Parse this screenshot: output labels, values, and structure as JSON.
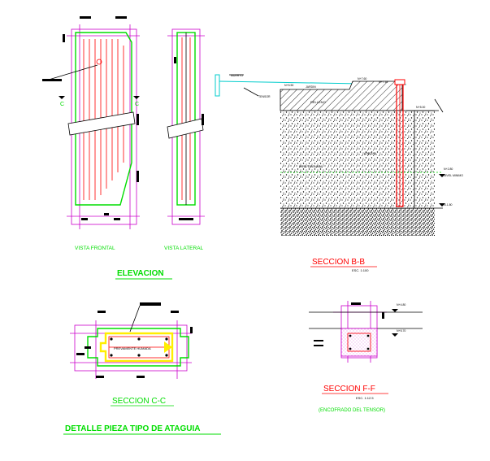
{
  "drawing": {
    "elevation": {
      "label_front": "VISTA FRONTAL",
      "label_side": "VISTA LATERAL",
      "title": "ELEVACION",
      "cut_mark_left": "C",
      "cut_mark_right": "C"
    },
    "section_bb": {
      "title": "SECCION B-B",
      "scale": "ESC. 1:100",
      "labels": {
        "muerto": "MUERTO",
        "tensor": "TENSOR",
        "level_left": "N+5.50",
        "jardin": "JARDIN",
        "level_top": "N+7.60",
        "level_top_right": "N+7.10",
        "relleno": "RELLENO",
        "level_right": "N+5.00",
        "ataguia": "ATAGUIA",
        "nivel_agua": "NIVEL DEL AGUA",
        "level_water": "N+2.80",
        "nivel_minimo": "NIVEL MINIMO",
        "level_bottom": "N-1.80"
      }
    },
    "section_cc": {
      "title": "SECCION C-C",
      "label": "PREVAMENTE HUMADA"
    },
    "section_ff": {
      "title": "SECCION F-F",
      "scale": "ESC. 1:12.5",
      "subtitle": "(ENCOFRADO DEL TENSOR)",
      "level_top": "N+4.80",
      "level_mid": "N+5.70"
    },
    "main_title": "DETALLE  PIEZA TIPO DE ATAGUIA"
  }
}
